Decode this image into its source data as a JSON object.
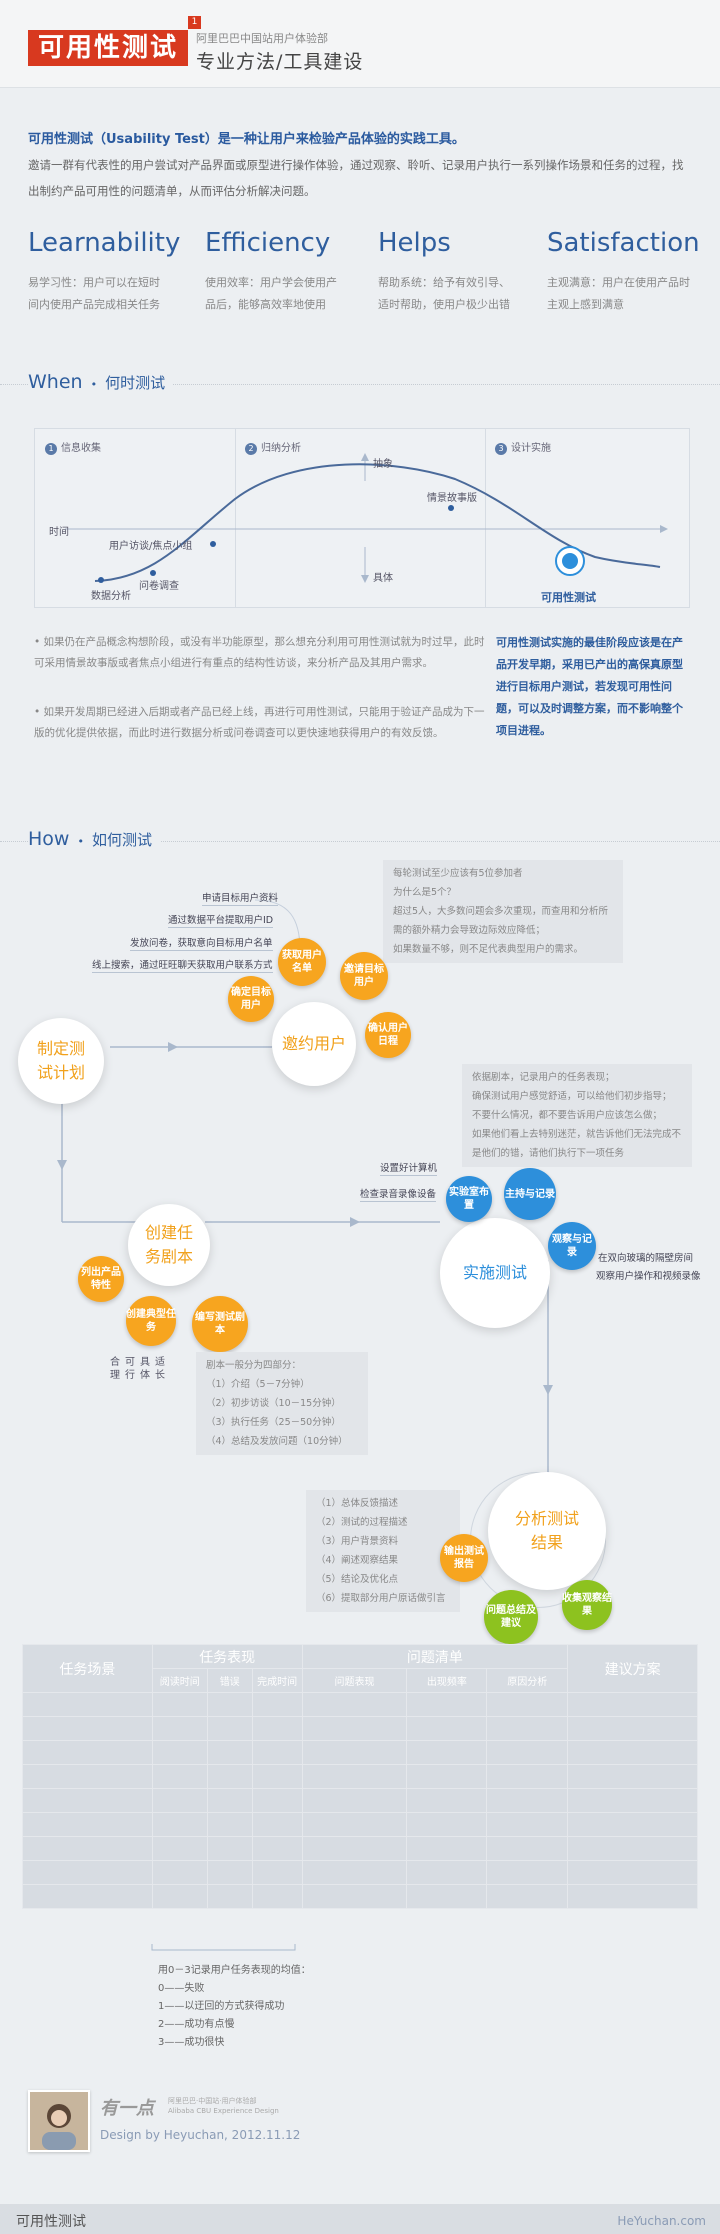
{
  "header": {
    "logo": "可用性测试",
    "logo_num": "1",
    "org": "阿里巴巴中国站用户体验部",
    "subtitle": "专业方法/工具建设"
  },
  "intro": {
    "title": "可用性测试（Usability Test）是一种让用户来检验产品体验的实践工具。",
    "body": "邀请一群有代表性的用户尝试对产品界面或原型进行操作体验，通过观察、聆听、记录用户执行一系列操作场景和任务的过程，找出制约产品可用性的问题清单，从而评估分析解决问题。"
  },
  "terms": [
    {
      "name": "Learnability",
      "desc1": "易学习性：用户可以在短时",
      "desc2": "间内使用产品完成相关任务"
    },
    {
      "name": "Efficiency",
      "desc1": "使用效率：用户学会使用产",
      "desc2": "品后，能够高效率地使用"
    },
    {
      "name": "Helps",
      "desc1": "帮助系统：给予有效引导、",
      "desc2": "适时帮助，使用户极少出错"
    },
    {
      "name": "Satisfaction",
      "desc1": "主观满意：用户在使用产品时",
      "desc2": "主观上感到满意"
    }
  ],
  "when": {
    "title": "When",
    "cn": "何时测试",
    "cols": [
      "信息收集",
      "归纳分析",
      "设计实施"
    ],
    "time": "时间",
    "abstract": "抽象",
    "concrete": "具体",
    "points": [
      "用户访谈/焦点小组",
      "问卷调查",
      "数据分析",
      "情景故事版"
    ],
    "target": "可用性测试",
    "bullet1": "如果仍在产品概念构想阶段，或没有半功能原型，那么想充分利用可用性测试就为时过早，此时可采用情景故事版或者焦点小组进行有重点的结构性访谈，来分析产品及其用户需求。",
    "bullet2": "如果开发周期已经进入后期或者产品已经上线，再进行可用性测试，只能用于验证产品成为下一版的优化提供依据，而此时进行数据分析或问卷调查可以更快速地获得用户的有效反馈。",
    "highlight": "可用性测试实施的最佳阶段应该是在产品开发早期，采用已产出的高保真原型进行目标用户测试，若发现可用性问题，可以及时调整方案，而不影响整个项目进程。"
  },
  "how": {
    "title": "How",
    "cn": "如何测试",
    "plan": "制定测试计划",
    "invite": "邀约用户",
    "invite_subs": [
      "获取用户名单",
      "邀请目标用户",
      "确认用户日程",
      "确定目标用户"
    ],
    "invite_items": [
      "申请目标用户资料",
      "通过数据平台提取用户ID",
      "发放问卷，获取意向目标用户名单",
      "线上搜索，通过旺旺聊天获取用户联系方式"
    ],
    "invite_note": [
      "每轮测试至少应该有5位参加者",
      "为什么是5个？",
      "超过5人，大多数问题会多次重现，而查用和分析所需的额外精力会导致边际效应降低；",
      "如果数量不够，则不足代表典型用户的需求。"
    ],
    "script": "创建任务剧本",
    "script_subs": [
      "列出产品特性",
      "创建典型任务",
      "编写测试剧本"
    ],
    "script_vert": [
      "合",
      "可",
      "具",
      "适"
    ],
    "script_vert2": [
      "理",
      "行",
      "体",
      "长"
    ],
    "script_note": [
      "剧本一般分为四部分：",
      "（1）介绍（5－7分钟）",
      "（2）初步访谈（10－15分钟）",
      "（3）执行任务（25－50分钟）",
      "（4）总结及发放问题（10分钟）"
    ],
    "exec": "实施测试",
    "exec_subs": [
      "实验室布置",
      "主持与记录",
      "观察与记录"
    ],
    "exec_items": [
      "设置好计算机",
      "检查录音录像设备"
    ],
    "exec_obs": [
      "在双向玻璃的隔壁房间",
      "观察用户操作和视频录像"
    ],
    "exec_note": [
      "依据剧本，记录用户的任务表现；",
      "确保测试用户感觉舒适，可以给他们初步指导；",
      "不要什么情况，都不要告诉用户应该怎么做；",
      "如果他们看上去特别迷茫，就告诉他们无法完成不是他们的错，请他们执行下一项任务"
    ],
    "analyze": "分析测试结果",
    "analyze_subs": [
      "输出测试报告",
      "问题总结及建议",
      "收集观察结果"
    ],
    "analyze_note": [
      "（1）总体反馈描述",
      "（2）测试的过程描述",
      "（3）用户背景资料",
      "（4）阐述观察结果",
      "（5）结论及优化点",
      "（6）提取部分用户原话做引言"
    ]
  },
  "table": {
    "h_scene": "任务场景",
    "h_perf": "任务表现",
    "h_issue": "问题清单",
    "h_advice": "建议方案",
    "sub_perf": [
      "阅读时间",
      "错误",
      "完成时间"
    ],
    "sub_issue": [
      "问题表现",
      "出现频率",
      "原因分析"
    ]
  },
  "legend": [
    "用0－3记录用户任务表现的均值：",
    "0——失败",
    "1——以迂回的方式获得成功",
    "2——成功有点慢",
    "3——成功很快"
  ],
  "credit": {
    "brand": "有一点",
    "brand_sub": "阿里巴巴·中国站·用户体验部",
    "brand_en": "Alibaba CBU Experience Design",
    "design": "Design by Heyuchan, 2012.11.12"
  },
  "footer": {
    "left": "可用性测试",
    "right": "HeYuchan.com"
  },
  "colors": {
    "accent": "#2f5e9e",
    "red": "#d8391f",
    "orange": "#f7a51f",
    "blue": "#2d8fdb",
    "green": "#8dc21f"
  }
}
